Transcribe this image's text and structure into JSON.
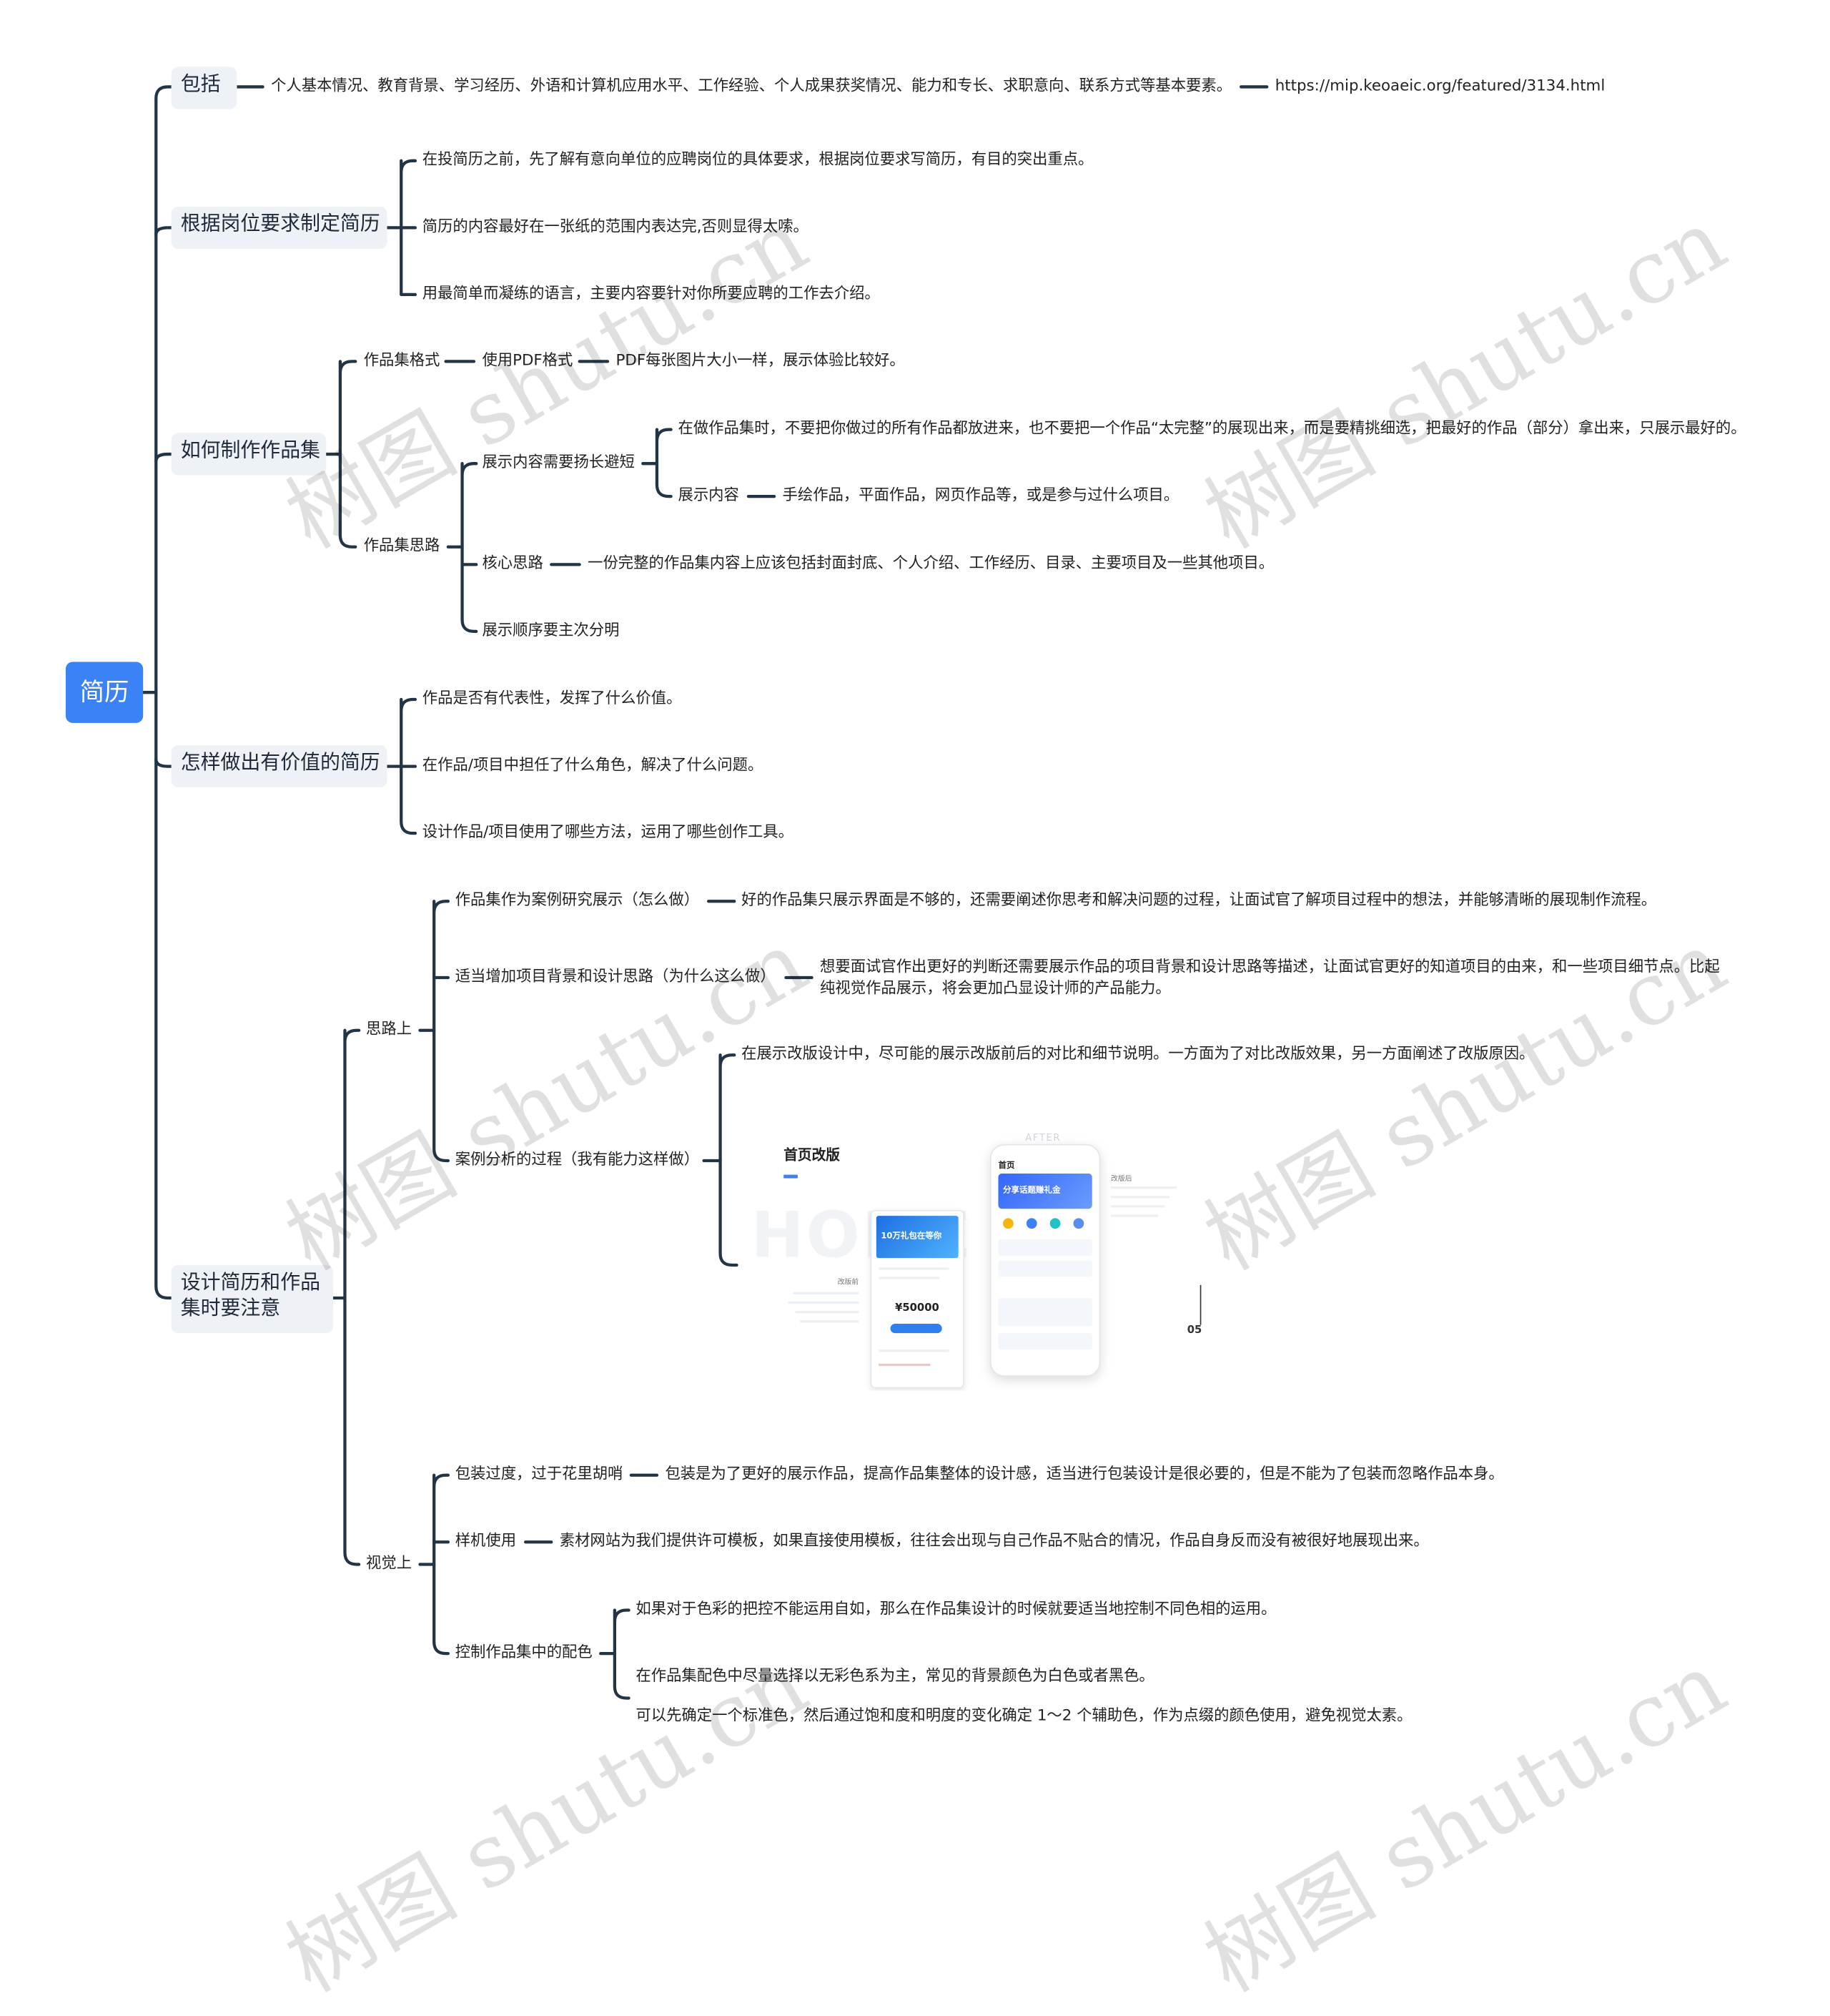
{
  "root": "简历",
  "branches": {
    "b1": {
      "label": "包括",
      "c1": "个人基本情况、教育背景、学习经历、外语和计算机应用水平、工作经验、个人成果获奖情况、能力和专长、求职意向、联系方式等基本要素。",
      "c1_link": "https://mip.keoaeic.org/featured/3134.html"
    },
    "b2": {
      "label": "根据岗位要求制定简历",
      "c1": "在投简历之前，先了解有意向单位的应聘岗位的具体要求，根据岗位要求写简历，有目的突出重点。",
      "c2": "简历的内容最好在一张纸的范围内表达完,否则显得太嗦。",
      "c3": "用最简单而凝练的语言，主要内容要针对你所要应聘的工作去介绍。"
    },
    "b3": {
      "label": "如何制作作品集",
      "format": "作品集格式",
      "pdf": "使用PDF格式",
      "pdf_note": "PDF每张图片大小一样，展示体验比较好。",
      "approach": "作品集思路",
      "show": "展示内容需要扬长避短",
      "show_c1": "在做作品集时，不要把你做过的所有作品都放进来，也不要把一个作品“太完整”的展现出来，而是要精挑细选，把最好的作品（部分）拿出来，只展示最好的。",
      "show_c2": "展示内容",
      "show_c2_note": "手绘作品，平面作品，网页作品等，或是参与过什么项目。",
      "core": "核心思路",
      "core_note": "一份完整的作品集内容上应该包括封面封底、个人介绍、工作经历、目录、主要项目及一些其他项目。",
      "order": "展示顺序要主次分明"
    },
    "b4": {
      "label": "怎样做出有价值的简历",
      "c1": "作品是否有代表性，发挥了什么价值。",
      "c2": "在作品/项目中担任了什么角色，解决了什么问题。",
      "c3": "设计作品/项目使用了哪些方法，运用了哪些创作工具。"
    },
    "b5": {
      "label": "设计简历和作品集时要注意",
      "thinking": "思路上",
      "t1": "作品集作为案例研究展示（怎么做）",
      "t1_note": "好的作品集只展示界面是不够的，还需要阐述你思考和解决问题的过程，让面试官了解项目过程中的想法，并能够清晰的展现制作流程。",
      "t2": "适当增加项目背景和设计思路（为什么这么做）",
      "t2_note": "想要面试官作出更好的判断还需要展示作品的项目背景和设计思路等描述，让面试官更好的知道项目的由来，和一些项目细节点。比起纯视觉作品展示，将会更加凸显设计师的产品能力。",
      "t3": "案例分析的过程（我有能力这样做）",
      "t3_note": "在展示改版设计中，尽可能的展示改版前后的对比和细节说明。一方面为了对比改版效果，另一方面阐述了改版原因。",
      "example": {
        "title": "首页改版",
        "ghost": "HOME",
        "after": "AFTER",
        "old_label": "改版前",
        "new_label": "改版后",
        "home_label": "首页",
        "banner_old": "10万礼包在等你",
        "banner_new": "分享话题赚礼金",
        "price": "¥50000",
        "page_num": "05"
      },
      "visual": "视觉上",
      "v1": "包装过度，过于花里胡哨",
      "v1_note": "包装是为了更好的展示作品，提高作品集整体的设计感，适当进行包装设计是很必要的，但是不能为了包装而忽略作品本身。",
      "v2": "样机使用",
      "v2_note": "素材网站为我们提供许可模板，如果直接使用模板，往往会出现与自己作品不贴合的情况，作品自身反而没有被很好地展现出来。",
      "v3": "控制作品集中的配色",
      "v3_c1": "如果对于色彩的把控不能运用自如，那么在作品集设计的时候就要适当地控制不同色相的运用。",
      "v3_c2": "在作品集配色中尽量选择以无彩色系为主，常见的背景颜色为白色或者黑色。",
      "v3_c3": "可以先确定一个标准色，然后通过饱和度和明度的变化确定 1～2 个辅助色，作为点缀的颜色使用，避免视觉太素。"
    }
  },
  "watermark": "树图 shutu.cn",
  "colors": {
    "root": "#3b82f6",
    "branch_bg": "#eef1f5",
    "line": "#243447"
  }
}
